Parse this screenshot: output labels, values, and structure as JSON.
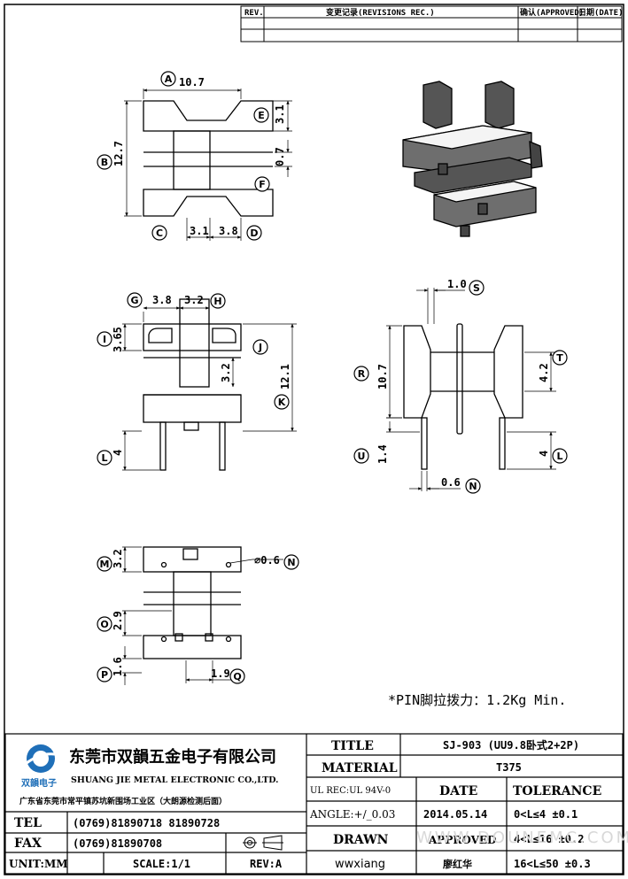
{
  "revision_table": {
    "rev_header": "REV.",
    "records_header": "变更记录(REVISIONS REC.)",
    "approved_header": "确认(APPROVED)",
    "date_header": "日期(DATE)"
  },
  "dims": {
    "A": "10.7",
    "E": "3.1",
    "B": "12.7",
    "F": "0.7",
    "C": "3.1",
    "D": "3.8",
    "G": "3.8",
    "H": "3.2",
    "I": "3.65",
    "J": "3.2",
    "K": "12.1",
    "L": "4",
    "S": "1.0",
    "R": "10.7",
    "T": "4.2",
    "U": "1.4",
    "N": "0.6",
    "L2": "4",
    "M": "3.2",
    "N2": "⌀0.6",
    "O": "2.9",
    "P": "1.6",
    "Q": "1.9"
  },
  "letters": {
    "A": "A",
    "B": "B",
    "C": "C",
    "D": "D",
    "E": "E",
    "F": "F",
    "G": "G",
    "H": "H",
    "I": "I",
    "J": "J",
    "K": "K",
    "L": "L",
    "M": "M",
    "N": "N",
    "O": "O",
    "P": "P",
    "Q": "Q",
    "R": "R",
    "S": "S",
    "T": "T",
    "U": "U"
  },
  "note": "*PIN脚拉拨力：1.2Kg Min.",
  "title_block": {
    "company_cn": "东莞市双韻五金电子有限公司",
    "company_en": "SHUANG JIE METAL ELECTRONIC CO.,LTD.",
    "logo_text": "双韻电子",
    "address": "广东省东莞市常平镇苏坑新围场工业区（大朗源检测后面）",
    "tel_label": "TEL",
    "tel_value": "(0769)81890718  81890728",
    "fax_label": "FAX",
    "fax_value": "(0769)81890708",
    "unit": "UNIT:MM",
    "scale": "SCALE:1/1",
    "rev": "REV:A",
    "title_label": "TITLE",
    "title_value": "SJ-903 (UU9.8卧式2+2P)",
    "material_label": "MATERIAL",
    "material_value": "T375",
    "ul_rec": "UL REC:UL 94V-0",
    "date_label": "DATE",
    "tolerance_label": "TOLERANCE",
    "angle": "ANGLE:+/_0.03",
    "date_value": "2014.05.14",
    "tol1": "0<L≤4   ±0.1",
    "drawn_label": "DRAWN",
    "approved_label": "APPROVED",
    "tol2": "4<L≤16  ±0.2",
    "drawn_value": "wwxiang",
    "approved_value": "廖红华",
    "tol3": "16<L≤50  ±0.3"
  },
  "watermark": "WWW.DOUNEMC.COM"
}
